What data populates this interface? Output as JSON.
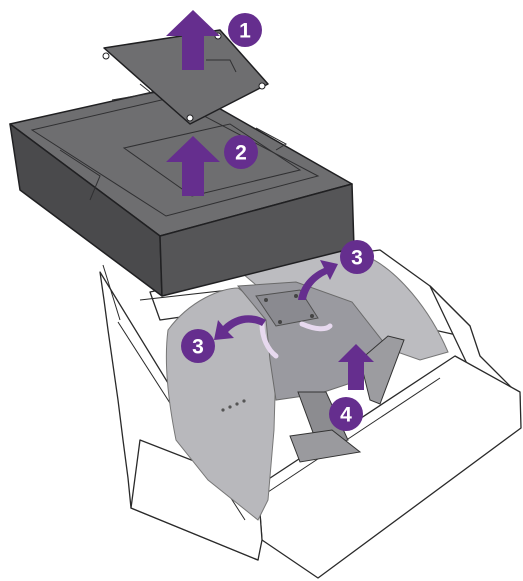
{
  "diagram": {
    "steps": [
      {
        "label": "1",
        "action": "lift-cover"
      },
      {
        "label": "2",
        "action": "lift-foam-tray"
      },
      {
        "label": "3",
        "action": "open-monitor-wrap"
      },
      {
        "label": "3",
        "action": "open-monitor-wrap"
      },
      {
        "label": "4",
        "action": "lift-stand"
      }
    ]
  },
  "colors": {
    "accent": "#652e8e",
    "foam_top": "#6e6e70",
    "foam_side": "#4a4a4c",
    "foam_line": "#202022",
    "box_line": "#2a2a2a",
    "bag_fill": "#b8b8bc",
    "bag_stroke": "#777777"
  },
  "icons": [
    "up-arrow-icon",
    "curved-arrow-icon"
  ]
}
